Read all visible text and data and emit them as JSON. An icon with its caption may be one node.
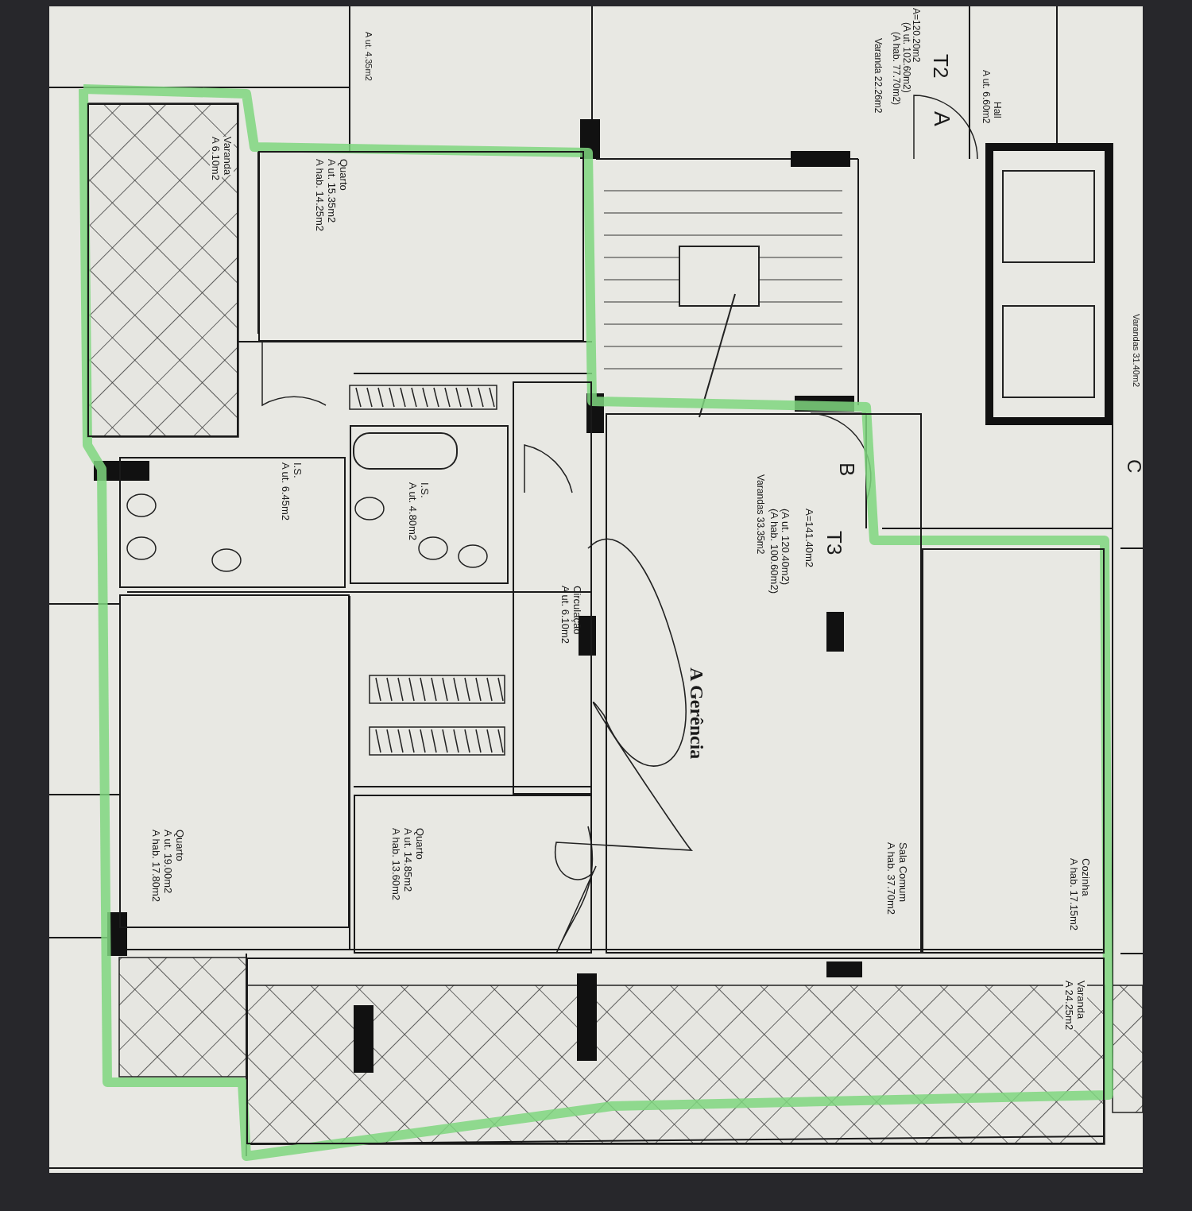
{
  "diagram": {
    "nodes": [
      {
        "text": [
          "Varanda",
          "A 6.10m2"
        ]
      },
      {
        "text": [
          "Quarto",
          "A ut. 15.35m2",
          "A hab. 14.25m2"
        ]
      },
      {
        "text": [
          "I.S.",
          "A ut. 6.45m2"
        ]
      },
      {
        "text": [
          "I.S.",
          "A ut. 4.80m2"
        ]
      },
      {
        "text": [
          "Circulação",
          "A ut. 6.10m2"
        ]
      },
      {
        "text": [
          "Quarto",
          "A ut. 14.85m2",
          "A hab. 13.60m2"
        ]
      },
      {
        "text": [
          "Quarto",
          "A ut. 19.00m2",
          "A hab. 17.80m2"
        ]
      },
      {
        "text": [
          "Sala Comum",
          "A hab. 37.70m2"
        ]
      },
      {
        "text": [
          "Cozinha",
          "A hab. 17.15m2"
        ]
      },
      {
        "text": [
          "Varanda",
          "A 24.25m2"
        ]
      }
    ],
    "edges": [],
    "labels": [
      "A ut. 4.35m2",
      "A=120.20m2",
      "(A ut. 102.60m2)",
      "(A hab. 77.70m2)",
      "Varanda 22.26m2",
      "T2",
      "A",
      "Hall",
      "A ut. 6.60m2",
      "Varandas 31.40m2",
      "B",
      "C",
      "Varandas 33.35m2",
      "(A hab. 100.60m2)",
      "(A ut. 120.40m2)",
      "A=141.40m2",
      "T3",
      "A Gerência"
    ]
  }
}
